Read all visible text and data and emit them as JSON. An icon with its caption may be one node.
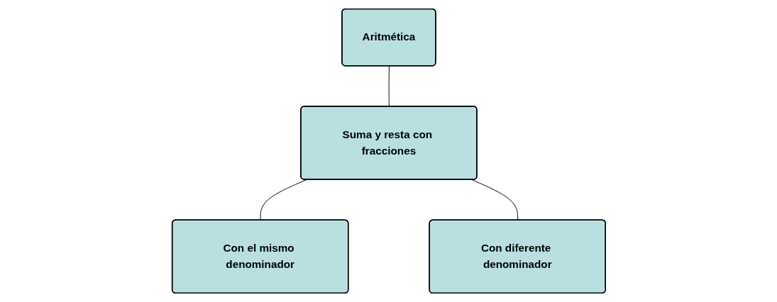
{
  "diagram": {
    "nodes": [
      {
        "text": [
          "Aritmética"
        ]
      },
      {
        "text": [
          "Suma y resta con fracciones"
        ]
      },
      {
        "text": [
          "Con el mismo denominador"
        ]
      },
      {
        "text": [
          "Con diferente denominador"
        ]
      }
    ],
    "edges": [
      {
        "from": 0,
        "to": 1,
        "arrow": "none"
      },
      {
        "from": 1,
        "to": 2,
        "arrow": "none"
      },
      {
        "from": 1,
        "to": 3,
        "arrow": "none"
      }
    ]
  }
}
